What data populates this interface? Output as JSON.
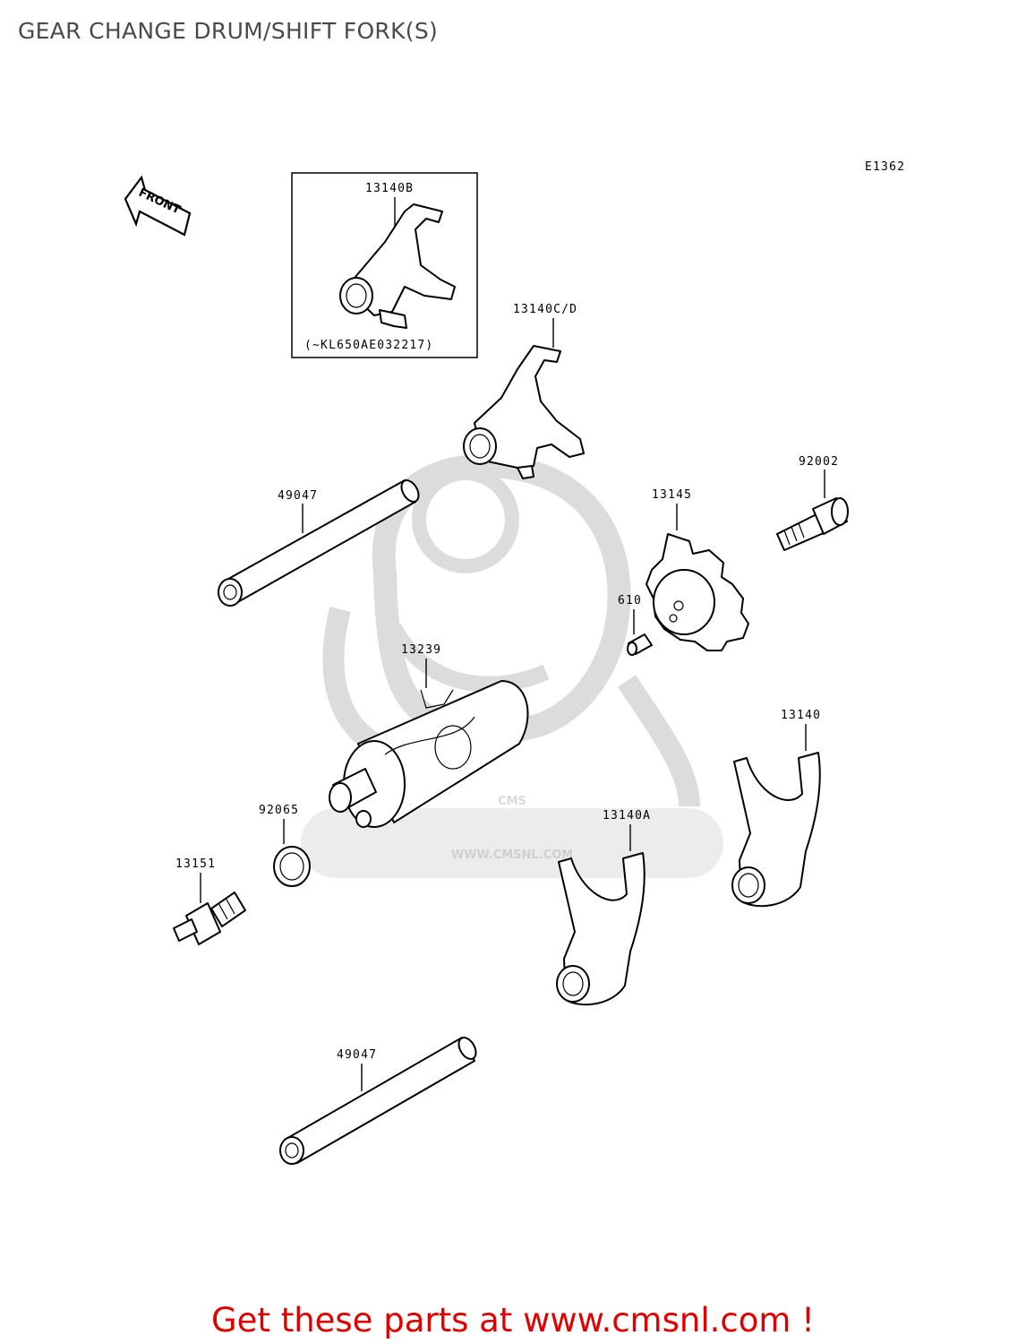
{
  "header": {
    "title": "GEAR CHANGE DRUM/SHIFT FORK(S)"
  },
  "diagram": {
    "code": "E1362",
    "front_arrow": "FRONT",
    "inset": {
      "part": "13140B",
      "note": "(~KL650AE032217)"
    },
    "callouts": {
      "fork_cd": "13140C/D",
      "shaft_upper": "49047",
      "bolt": "92002",
      "cam": "13145",
      "pin": "610",
      "drum": "13239",
      "fork_right": "13140",
      "washer": "92065",
      "fork_a": "13140A",
      "switch": "13151",
      "shaft_lower": "49047"
    },
    "watermark": {
      "brand": "CMS",
      "url": "WWW.CMSNL.COM"
    }
  },
  "footer": {
    "text": "Get these parts at www.cmsnl.com !"
  },
  "colors": {
    "footer_text": "#e00000",
    "title_text": "#4a4a4a",
    "watermark": "#d9d9d9"
  }
}
